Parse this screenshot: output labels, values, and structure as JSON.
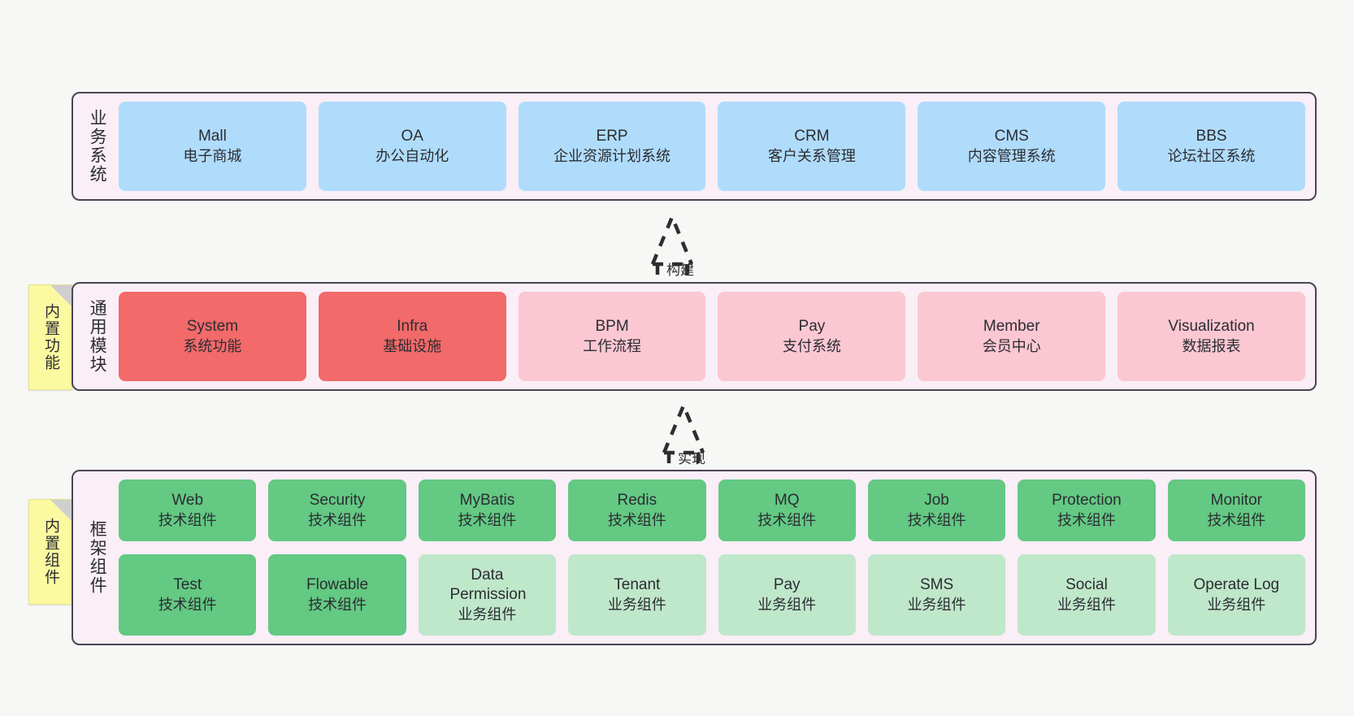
{
  "diagram": {
    "background_color": "#f7f7f6",
    "layer_fill": "#faeef7",
    "layer_border": "#4a4453"
  },
  "layers": [
    {
      "id": "business-system",
      "title": "业务系统",
      "rows": [
        {
          "nodes": [
            {
              "name": "Mall",
              "sub": "电子商城",
              "color": "#b0dcfc",
              "style": "blue"
            },
            {
              "name": "OA",
              "sub": "办公自动化",
              "color": "#b0dcfc",
              "style": "blue"
            },
            {
              "name": "ERP",
              "sub": "企业资源计划系统",
              "color": "#b0dcfc",
              "style": "blue"
            },
            {
              "name": "CRM",
              "sub": "客户关系管理",
              "color": "#b0dcfc",
              "style": "blue"
            },
            {
              "name": "CMS",
              "sub": "内容管理系统",
              "color": "#b0dcfc",
              "style": "blue"
            },
            {
              "name": "BBS",
              "sub": "论坛社区系统",
              "color": "#b0dcfc",
              "style": "blue"
            }
          ]
        }
      ]
    },
    {
      "id": "common-module",
      "title": "通用模块",
      "note": "内置功能",
      "rows": [
        {
          "nodes": [
            {
              "name": "System",
              "sub": "系统功能",
              "color": "#f26a6a",
              "style": "red"
            },
            {
              "name": "Infra",
              "sub": "基础设施",
              "color": "#f26a6a",
              "style": "red"
            },
            {
              "name": "BPM",
              "sub": "工作流程",
              "color": "#fbc7d3",
              "style": "pink"
            },
            {
              "name": "Pay",
              "sub": "支付系统",
              "color": "#fbc7d3",
              "style": "pink"
            },
            {
              "name": "Member",
              "sub": "会员中心",
              "color": "#fbc7d3",
              "style": "pink"
            },
            {
              "name": "Visualization",
              "sub": "数据报表",
              "color": "#fbc7d3",
              "style": "pink"
            }
          ]
        }
      ]
    },
    {
      "id": "framework-component",
      "title": "框架组件",
      "note": "内置组件",
      "rows": [
        {
          "nodes": [
            {
              "name": "Web",
              "sub": "技术组件",
              "color": "#63c983",
              "style": "green"
            },
            {
              "name": "Security",
              "sub": "技术组件",
              "color": "#63c983",
              "style": "green"
            },
            {
              "name": "MyBatis",
              "sub": "技术组件",
              "color": "#63c983",
              "style": "green"
            },
            {
              "name": "Redis",
              "sub": "技术组件",
              "color": "#63c983",
              "style": "green"
            },
            {
              "name": "MQ",
              "sub": "技术组件",
              "color": "#63c983",
              "style": "green"
            },
            {
              "name": "Job",
              "sub": "技术组件",
              "color": "#63c983",
              "style": "green"
            },
            {
              "name": "Protection",
              "sub": "技术组件",
              "color": "#63c983",
              "style": "green"
            },
            {
              "name": "Monitor",
              "sub": "技术组件",
              "color": "#63c983",
              "style": "green"
            }
          ]
        },
        {
          "nodes": [
            {
              "name": "Test",
              "sub": "技术组件",
              "color": "#63c983",
              "style": "green"
            },
            {
              "name": "Flowable",
              "sub": "技术组件",
              "color": "#63c983",
              "style": "green"
            },
            {
              "name": "Data Permission",
              "sub": "业务组件",
              "color": "#bfe7ca",
              "style": "lightgreen"
            },
            {
              "name": "Tenant",
              "sub": "业务组件",
              "color": "#bfe7ca",
              "style": "lightgreen"
            },
            {
              "name": "Pay",
              "sub": "业务组件",
              "color": "#bfe7ca",
              "style": "lightgreen"
            },
            {
              "name": "SMS",
              "sub": "业务组件",
              "color": "#bfe7ca",
              "style": "lightgreen"
            },
            {
              "name": "Social",
              "sub": "业务组件",
              "color": "#bfe7ca",
              "style": "lightgreen"
            },
            {
              "name": "Operate Log",
              "sub": "业务组件",
              "color": "#bfe7ca",
              "style": "lightgreen"
            }
          ]
        }
      ]
    }
  ],
  "arrows": [
    {
      "id": "arrow-build",
      "label": "构建",
      "from": "common-module",
      "to": "business-system"
    },
    {
      "id": "arrow-implement",
      "label": "实现",
      "from": "framework-component",
      "to": "common-module"
    }
  ]
}
